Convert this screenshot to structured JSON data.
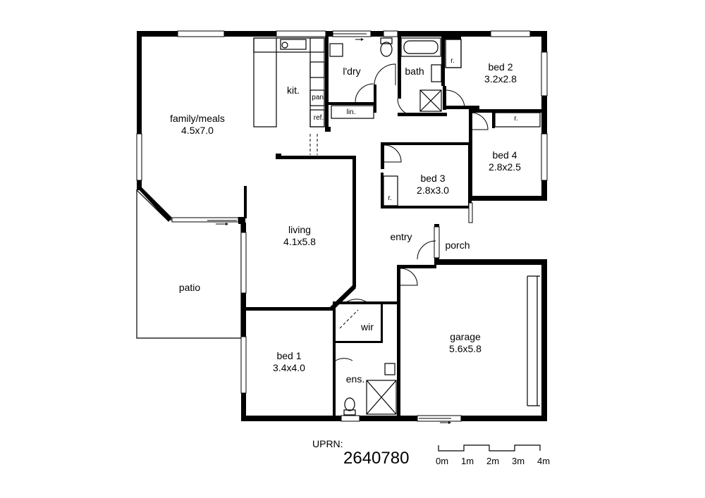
{
  "rooms": {
    "family_meals": {
      "name": "family/meals",
      "size": "4.5x7.0"
    },
    "kitchen": {
      "name": "kit."
    },
    "pantry": {
      "name": "pan."
    },
    "fridge": {
      "name": "ref."
    },
    "laundry": {
      "name": "l'dry"
    },
    "linen": {
      "name": "lin."
    },
    "bath": {
      "name": "bath"
    },
    "bed2": {
      "name": "bed 2",
      "size": "3.2x2.8"
    },
    "bed2_robe": {
      "name": "r."
    },
    "bed4": {
      "name": "bed 4",
      "size": "2.8x2.5"
    },
    "bed4_robe": {
      "name": "r."
    },
    "bed3": {
      "name": "bed 3",
      "size": "2.8x3.0"
    },
    "bed3_robe": {
      "name": "r."
    },
    "living": {
      "name": "living",
      "size": "4.1x5.8"
    },
    "entry": {
      "name": "entry"
    },
    "porch": {
      "name": "porch"
    },
    "patio": {
      "name": "patio"
    },
    "garage": {
      "name": "garage",
      "size": "5.6x5.8"
    },
    "wir": {
      "name": "wir"
    },
    "bed1": {
      "name": "bed 1",
      "size": "3.4x4.0"
    },
    "ensuite": {
      "name": "ens."
    }
  },
  "uprn": {
    "label": "UPRN:",
    "value": "2640780"
  },
  "scale_bar": {
    "ticks": [
      "0m",
      "1m",
      "2m",
      "3m",
      "4m"
    ]
  }
}
